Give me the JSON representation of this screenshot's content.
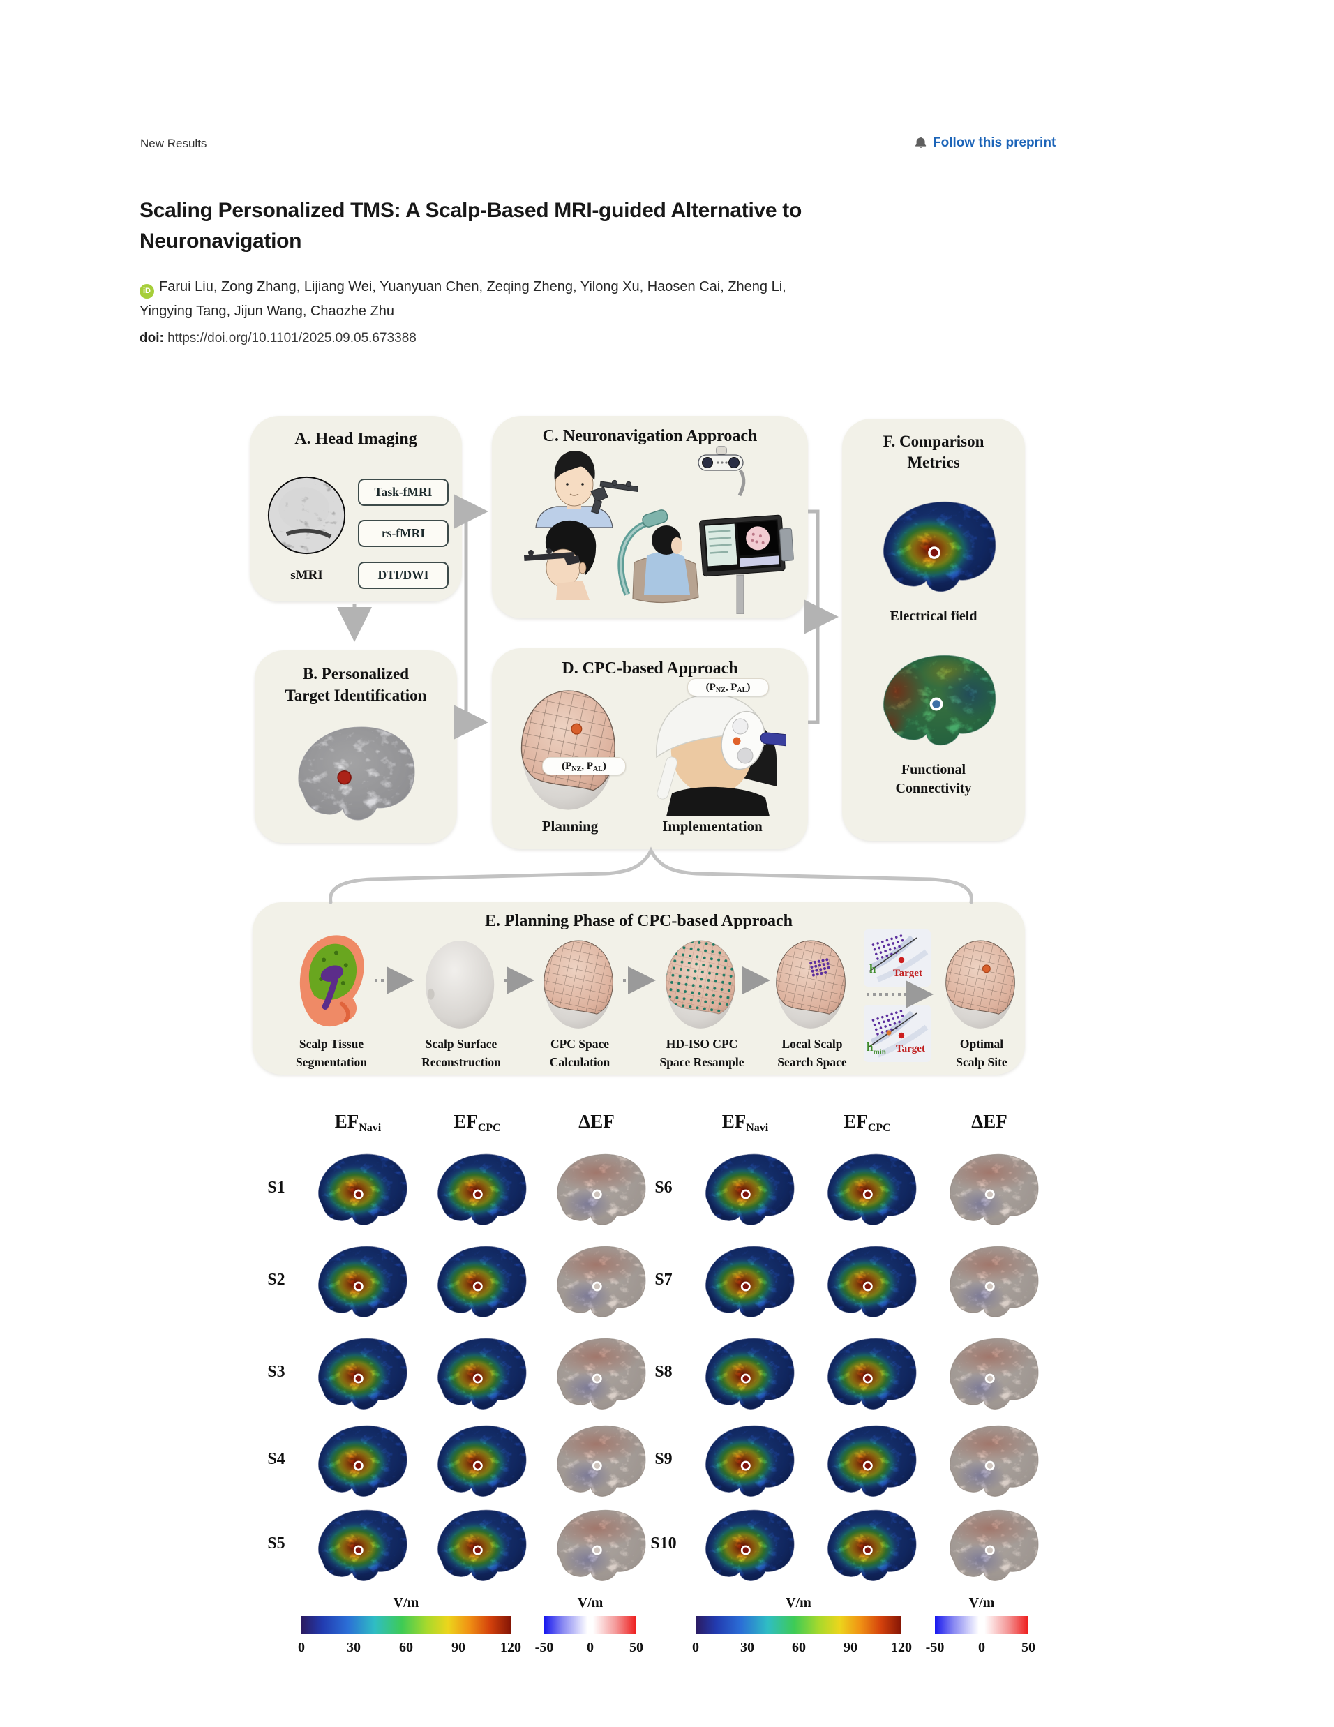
{
  "header": {
    "kicker": "New Results",
    "follow_label": "Follow this preprint",
    "orcid_badge": "iD",
    "title": "Scaling Personalized TMS: A Scalp-Based MRI-guided Alternative to Neuronavigation",
    "authors_line1": "Farui Liu, Zong Zhang, Lijiang Wei, Yuanyuan Chen, Zeqing Zheng, Yilong Xu, Haosen Cai, Zheng Li,",
    "authors_line2": "Yingying Tang, Jijun Wang, Chaozhe Zhu",
    "doi_label": "doi:",
    "doi_url": "https://doi.org/10.1101/2025.09.05.673388",
    "icons": {
      "follow": "bell-icon",
      "author_id": "orcid-icon"
    }
  },
  "diagram": {
    "panel_a": {
      "title": "A. Head Imaging",
      "smri_label": "sMRI",
      "modality_boxes": [
        "Task-fMRI",
        "rs-fMRI",
        "DTI/DWI"
      ]
    },
    "panel_b": {
      "title_line1": "B. Personalized",
      "title_line2": "Target Identification"
    },
    "panel_c": {
      "title": "C. Neuronavigation Approach"
    },
    "panel_d": {
      "title": "D. CPC-based Approach",
      "coord_pre": "(P",
      "coord_sub1": "NZ",
      "coord_mid": ", P",
      "coord_sub2": "AL",
      "coord_post": ")",
      "planning_label": "Planning",
      "implementation_label": "Implementation"
    },
    "panel_f": {
      "title_line1": "F. Comparison",
      "title_line2": "Metrics",
      "electrical_label": "Electrical field",
      "functional_line1": "Functional",
      "functional_line2": "Connectivity"
    },
    "panel_e": {
      "title": "E. Planning Phase of CPC-based Approach",
      "steps": [
        {
          "line1": "Scalp Tissue",
          "line2": "Segmentation"
        },
        {
          "line1": "Scalp Surface",
          "line2": "Reconstruction"
        },
        {
          "line1": "CPC Space",
          "line2": "Calculation"
        },
        {
          "line1": "HD-ISO CPC",
          "line2": "Space Resample"
        },
        {
          "line1": "Local Scalp",
          "line2": "Search Space"
        },
        {
          "line1": "Optimal",
          "line2": "Scalp Site"
        }
      ],
      "inset_top": {
        "h_label": "h",
        "target_label": "Target"
      },
      "inset_bottom": {
        "h_label": "h",
        "h_sub": "min",
        "target_label": "Target"
      }
    }
  },
  "ef_grid": {
    "col_headers": [
      {
        "base": "EF",
        "sub": "Navi"
      },
      {
        "base": "EF",
        "sub": "CPC"
      },
      {
        "base": "ΔEF",
        "sub": ""
      }
    ],
    "rows_left": [
      "S1",
      "S2",
      "S3",
      "S4",
      "S5"
    ],
    "rows_right": [
      "S6",
      "S7",
      "S8",
      "S9",
      "S10"
    ],
    "jet_colorbar": {
      "unit": "V/m",
      "ticks": [
        "0",
        "30",
        "60",
        "90",
        "120"
      ]
    },
    "diff_colorbar": {
      "unit": "V/m",
      "ticks": [
        "-50",
        "0",
        "50"
      ]
    }
  }
}
